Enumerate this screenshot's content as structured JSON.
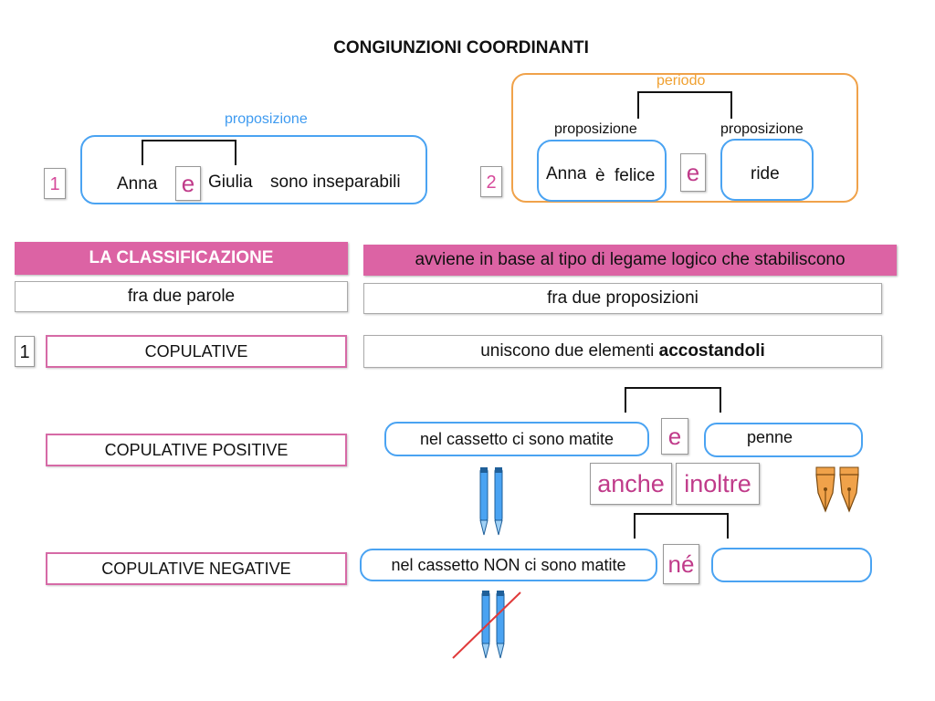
{
  "title": "CONGIUNZIONI COORDINANTI",
  "example1": {
    "number": "1",
    "label": "proposizione",
    "words": [
      "Anna",
      "e",
      "Giulia",
      "sono inseparabili"
    ]
  },
  "example2": {
    "number": "2",
    "period_label": "periodo",
    "prop_label_1": "proposizione",
    "prop_label_2": "proposizione",
    "clause1_a": "Anna",
    "clause1_b": "è",
    "clause1_c": "felice",
    "conjunction": "e",
    "clause2": "ride"
  },
  "classification": {
    "header": "LA CLASSIFICAZIONE",
    "description": "avviene in base al tipo di legame logico che stabiliscono",
    "between_words": "fra due parole",
    "between_clauses": "fra due proposizioni"
  },
  "copulative": {
    "number": "1",
    "label": "COPULATIVE",
    "def_prefix": "uniscono due elementi ",
    "def_bold": "accostandoli"
  },
  "positive": {
    "label": "COPULATIVE POSITIVE",
    "clause1": "nel cassetto ci sono matite",
    "conjunction": "e",
    "clause2": "penne",
    "alt1": "anche",
    "alt2": "inoltre"
  },
  "negative": {
    "label": "COPULATIVE NEGATIVE",
    "clause1": "nel cassetto NON ci sono matite",
    "conjunction": "né",
    "clause2": ""
  },
  "icons": {
    "pencils_positive": "pencils-icon",
    "nibs": "fountain-pen-nibs-icon",
    "pencils_negative": "crossed-pencils-icon"
  }
}
